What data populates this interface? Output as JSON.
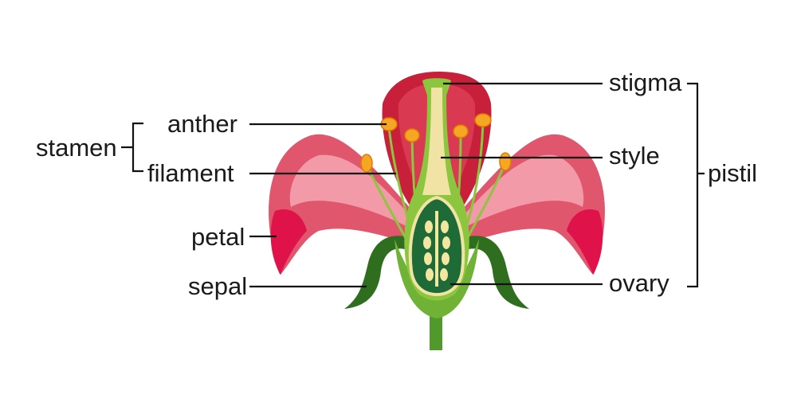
{
  "diagram": {
    "groups": {
      "stamen": "stamen",
      "pistil": "pistil"
    },
    "labels": {
      "anther": "anther",
      "filament": "filament",
      "petal": "petal",
      "sepal": "sepal",
      "stigma": "stigma",
      "style": "style",
      "ovary": "ovary"
    },
    "colors": {
      "petal_dark": "#c8203a",
      "petal_light": "#ef8a9a",
      "petal_tip": "#e0124a",
      "green_dark": "#2f6e1e",
      "green_light": "#8cc63f",
      "ovary_inner": "#1f6b38",
      "ovule": "#f3e6a0",
      "anther": "#f5a623"
    }
  }
}
